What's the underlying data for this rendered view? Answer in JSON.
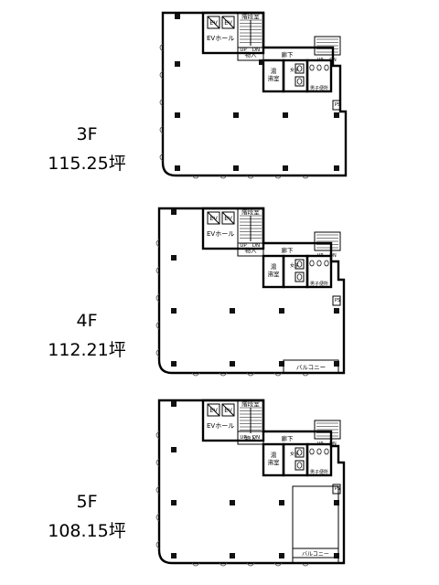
{
  "floors": [
    {
      "floor": "3F",
      "area": "115.25坪",
      "labels": {
        "ev": "EV",
        "ev_hall": "EVホール",
        "stairs": "階段室",
        "up": "UP",
        "dn": "DN",
        "corridor": "廊下",
        "storage": "物入",
        "hot_water": "湯沸室",
        "wc_men": "男子便所",
        "wc_women": "女子便所",
        "ps": "PS"
      }
    },
    {
      "floor": "4F",
      "area": "112.21坪",
      "labels": {
        "ev": "EV",
        "ev_hall": "EVホール",
        "stairs": "階段室",
        "up": "UP",
        "dn": "DN",
        "corridor": "廊下",
        "storage": "物入",
        "hot_water": "湯沸室",
        "wc_men": "男子便所",
        "wc_women": "女子便所",
        "ps": "PS",
        "balcony": "バルコニー"
      }
    },
    {
      "floor": "5F",
      "area": "108.15坪",
      "labels": {
        "ev": "EV",
        "ev_hall": "EVホール",
        "stairs": "階段室",
        "up": "UP",
        "dn": "DN",
        "corridor": "廊下",
        "storage": "物入",
        "hot_water": "湯沸室",
        "wc_men": "男子便所",
        "wc_women": "女子便所",
        "ps": "PS",
        "balcony": "バルコニー"
      }
    }
  ]
}
